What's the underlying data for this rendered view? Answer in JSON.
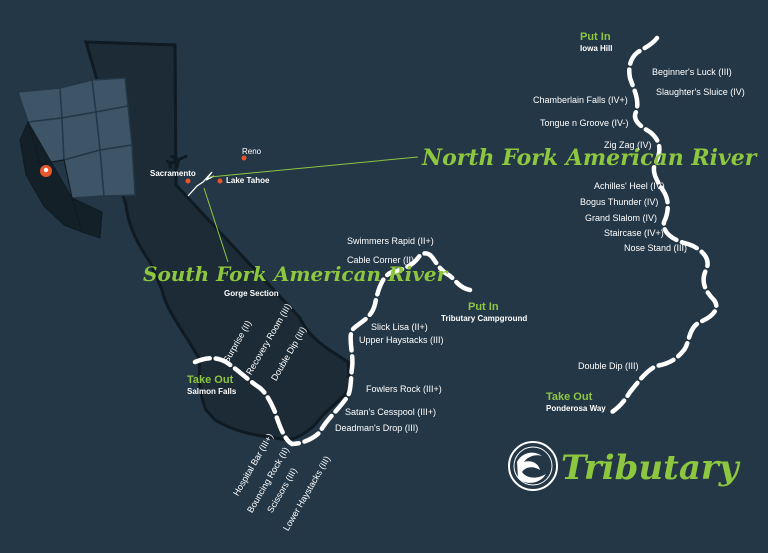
{
  "labels": {
    "north_fork_title": "North Fork American River",
    "south_fork_title": "South Fork American River",
    "south_fork_subtitle": "Gorge Section",
    "reno": "Reno",
    "sacramento": "Sacramento",
    "lake_tahoe": "Lake Tahoe",
    "brand": "Tributary"
  },
  "north_fork": {
    "put_in": {
      "label": "Put In",
      "place": "Iowa Hill"
    },
    "take_out": {
      "label": "Take Out",
      "place": "Ponderosa Way"
    },
    "rapids": [
      "Beginner's Luck (III)",
      "Slaughter's Sluice (IV)",
      "Chamberlain Falls (IV+)",
      "Tongue n Groove (IV-)",
      "Zig Zag (IV)",
      "Achilles' Heel (IV)",
      "Bogus Thunder (IV)",
      "Grand Slalom (IV)",
      "Staircase (IV+)",
      "Nose Stand (III)",
      "Double Dip (III)"
    ]
  },
  "south_fork": {
    "put_in": {
      "label": "Put In",
      "place": "Tributary Campground"
    },
    "take_out": {
      "label": "Take Out",
      "place": "Salmon Falls"
    },
    "rapids_upper": [
      "Swimmers Rapid (II+)",
      "Cable Corner (II)",
      "Slick Lisa (II+)",
      "Upper Haystacks (III)",
      "Fowlers Rock (III+)",
      "Satan's Cesspool (III+)",
      "Deadman's Drop (III)"
    ],
    "rapids_lower": [
      "Surprise (II)",
      "Recovery Room (III)",
      "Double Dip (III)",
      "Hospital Bar (III+)",
      "Bouncing Rock (II)",
      "Scissors (III)",
      "Lower Haystacks (III)"
    ]
  },
  "colors": {
    "background": "#243746",
    "land": "#1c2b35",
    "accent_green": "#8dc63f",
    "marker_orange": "#e8562a",
    "river": "#ffffff"
  }
}
